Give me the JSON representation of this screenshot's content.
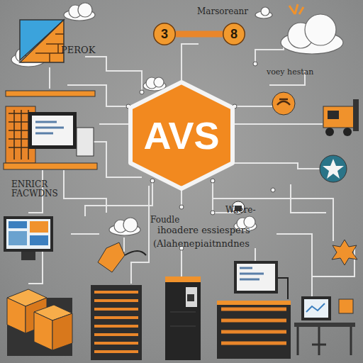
{
  "diagram": {
    "nodes": [
      {
        "text": [
          "3"
        ]
      },
      {
        "text": [
          "8"
        ]
      },
      {
        "text": [
          "AVS"
        ]
      }
    ],
    "edges": [
      {
        "from": 0,
        "to": 1,
        "arrow": "none"
      }
    ],
    "labels": [
      "Marsoreanr",
      "PEROK",
      "voey hestan",
      "ENRICR FACWDNS",
      "Foudle",
      "Waere-",
      "ihoadere essiespers",
      "(Alahenepiaitnndnes"
    ]
  }
}
